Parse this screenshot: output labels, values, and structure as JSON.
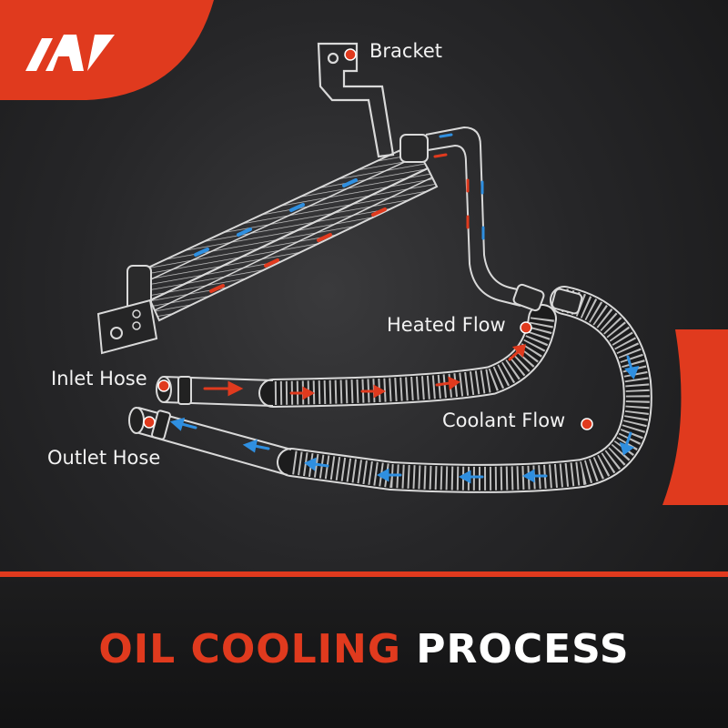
{
  "brand": {
    "logo_text": "AP",
    "accent_color": "#e03a1e"
  },
  "callouts": {
    "bracket": "Bracket",
    "heated_flow": "Heated Flow",
    "inlet_hose": "Inlet Hose",
    "coolant_flow": "Coolant Flow",
    "outlet_hose": "Outlet Hose"
  },
  "colors": {
    "heated": "#e03a1e",
    "coolant": "#2f8fe0",
    "line": "#d9d9d9"
  },
  "title": {
    "part1": "OIL COOLING",
    "part2": "PROCESS"
  }
}
